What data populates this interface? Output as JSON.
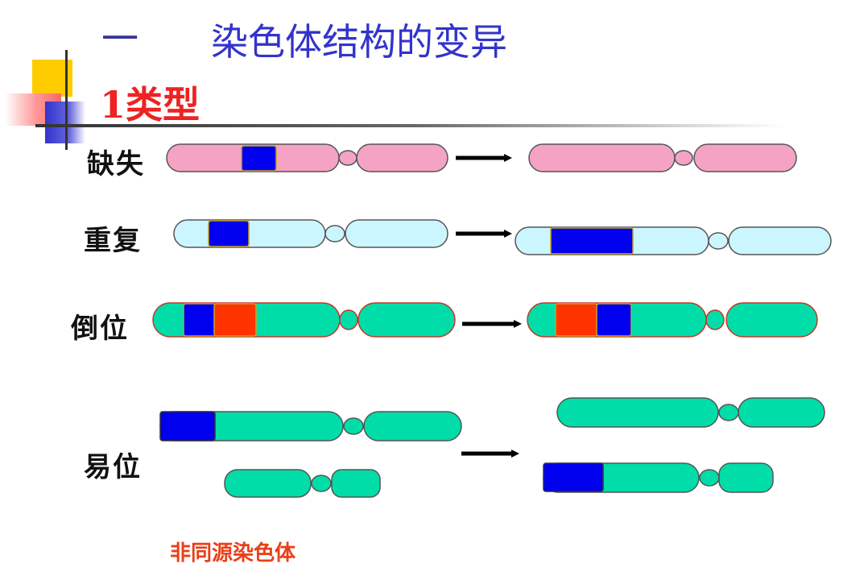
{
  "heading": {
    "number": "一",
    "title": "染色体结构的变异"
  },
  "subheading": "1类型",
  "rows": [
    {
      "key": "deletion",
      "label": "缺失"
    },
    {
      "key": "duplication",
      "label": "重复"
    },
    {
      "key": "inversion",
      "label": "倒位"
    },
    {
      "key": "translocation",
      "label": "易位"
    }
  ],
  "caption": "非同源染色体",
  "colors": {
    "pink_chromosome": "#f4a3c4",
    "lightblue_chromosome": "#ccf6ff",
    "green_chromosome": "#00dda8",
    "blue_segment": "#0000ee",
    "red_segment": "#ff3300",
    "title_color": "#3333cc",
    "subheading_color": "#ee2222",
    "caption_color": "#e8401a"
  }
}
